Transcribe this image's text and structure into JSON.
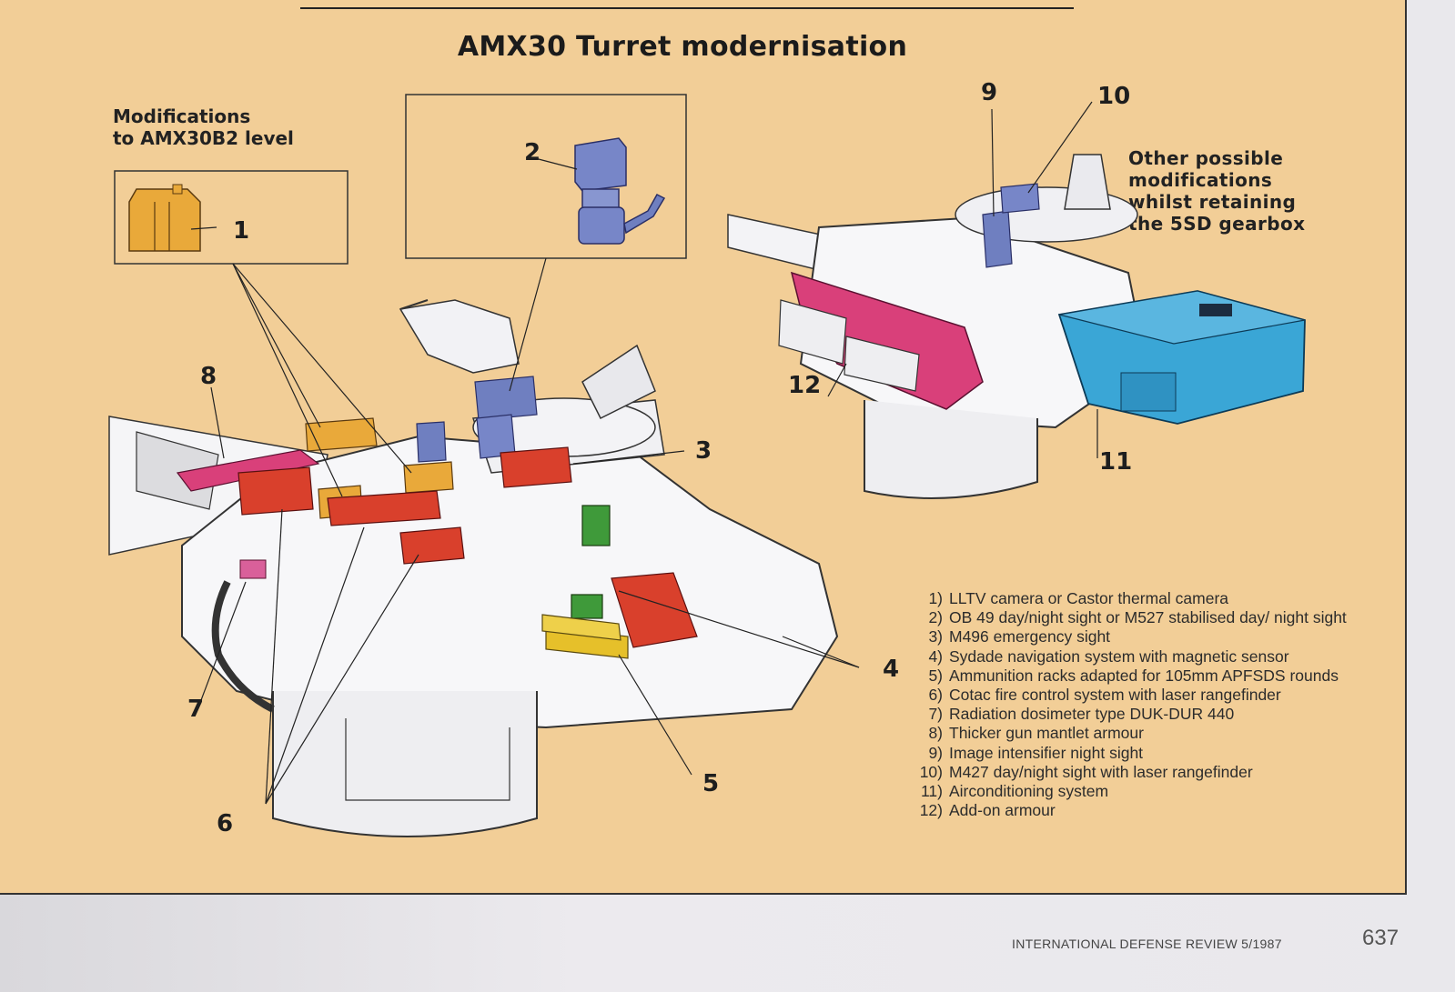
{
  "title": "AMX30 Turret modernisation",
  "modifications_label_line1": "Modifications",
  "modifications_label_line2": "to AMX30B2 level",
  "other_label_lines": [
    "Other possible",
    "modifications",
    "whilst retaining",
    "the 5SD gearbox"
  ],
  "callouts": [
    "1",
    "2",
    "3",
    "4",
    "5",
    "6",
    "7",
    "8",
    "9",
    "10",
    "11",
    "12"
  ],
  "legend": [
    {
      "num": "1)",
      "text": "LLTV camera or Castor thermal camera"
    },
    {
      "num": "2)",
      "text": "OB 49 day/night sight or M527 stabilised day/ night sight"
    },
    {
      "num": "3)",
      "text": "M496 emergency sight"
    },
    {
      "num": "4)",
      "text": "Sydade navigation system with magnetic sensor"
    },
    {
      "num": "5)",
      "text": "Ammunition racks adapted for 105mm APFSDS rounds"
    },
    {
      "num": "6)",
      "text": "Cotac fire control system with laser rangefinder"
    },
    {
      "num": "7)",
      "text": "Radiation dosimeter type DUK-DUR 440"
    },
    {
      "num": "8)",
      "text": "Thicker gun mantlet armour"
    },
    {
      "num": "9)",
      "text": "Image intensifier night sight"
    },
    {
      "num": "10)",
      "text": "M427 day/night sight with laser rangefinder"
    },
    {
      "num": "11)",
      "text": "Airconditioning system"
    },
    {
      "num": "12)",
      "text": "Add-on armour"
    }
  ],
  "footer": {
    "publication": "INTERNATIONAL DEFENSE REVIEW 5/1987",
    "page": "637"
  },
  "colors": {
    "background": "#f2ce97",
    "camera_orange": "#e9a93a",
    "sight_blue": "#6f7fc0",
    "fire_control_red": "#d9402c",
    "armour_pink": "#d9407a",
    "aircon_cyan": "#3aa6d6",
    "navigation_green": "#3f9a3a"
  }
}
